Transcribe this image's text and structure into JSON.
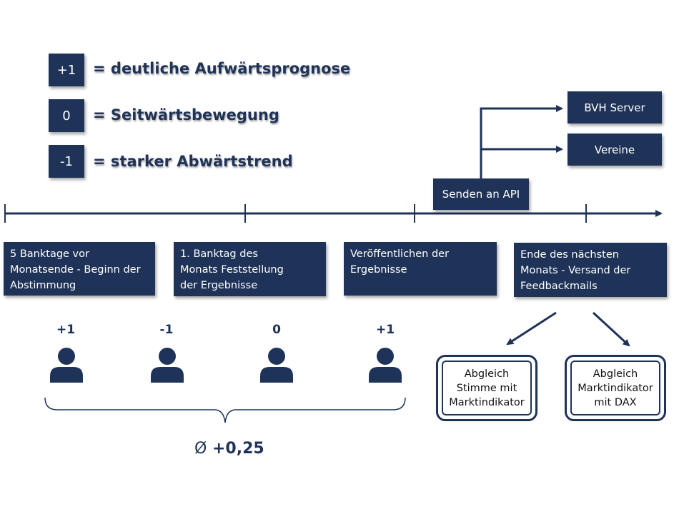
{
  "legend": [
    {
      "value": "+1",
      "text": "= deutliche Aufwärtsprognose"
    },
    {
      "value": "0",
      "text": "= Seitwärtsbewegung"
    },
    {
      "value": "-1",
      "text": "= starker Abwärtstrend"
    }
  ],
  "api": {
    "send_label": "Senden an API",
    "targets": [
      "BVH Server",
      "Vereine"
    ]
  },
  "steps": [
    {
      "text": "5 Banktage vor Monatsende - Beginn der Abstimmung"
    },
    {
      "text": "1. Banktag des Monats Feststellung der Ergebnisse"
    },
    {
      "text": "Veröffentlichen der Ergebnisse"
    },
    {
      "text": "Ende des nächsten Monats - Versand der Feedbackmails"
    }
  ],
  "votes": [
    "+1",
    "-1",
    "0",
    "+1"
  ],
  "average": {
    "symbol": "Ø",
    "value": "+0,25"
  },
  "checks": [
    {
      "text": "Abgleich Stimme mit Marktindikator"
    },
    {
      "text": "Abgleich Marktindikator mit DAX"
    }
  ],
  "colors": {
    "accent": "#1f3358"
  }
}
